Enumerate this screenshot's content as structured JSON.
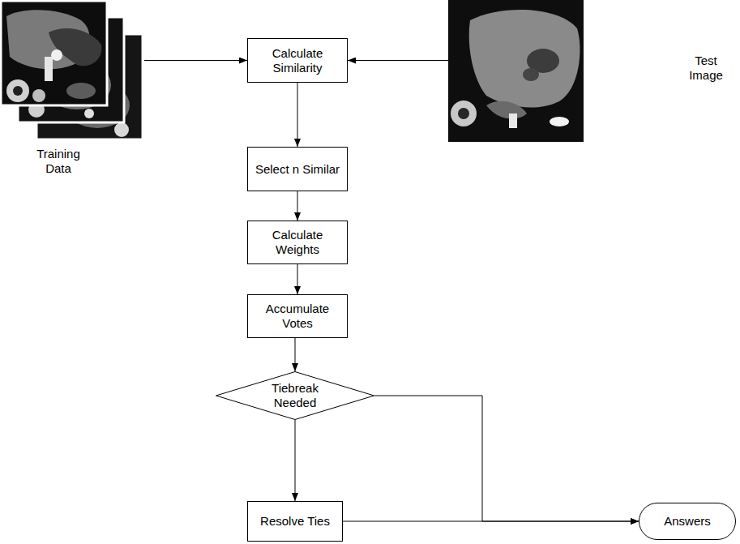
{
  "diagram": {
    "nodes": [
      {
        "text": [
          "Training Data"
        ]
      },
      {
        "text": [
          "Calculate Similarity"
        ]
      },
      {
        "text": [
          "Test Image"
        ]
      },
      {
        "text": [
          "Select n Similar"
        ]
      },
      {
        "text": [
          "Calculate Weights"
        ]
      },
      {
        "text": [
          "Accumulate Votes"
        ]
      },
      {
        "text": [
          "Tiebreak Needed"
        ]
      },
      {
        "text": [
          "Resolve Ties"
        ]
      },
      {
        "text": [
          "Answers"
        ]
      }
    ],
    "edges": [
      {
        "from": 0,
        "to": 1,
        "arrow": "to"
      },
      {
        "from": 2,
        "to": 1,
        "arrow": "to"
      },
      {
        "from": 1,
        "to": 3,
        "arrow": "to"
      },
      {
        "from": 3,
        "to": 4,
        "arrow": "to"
      },
      {
        "from": 4,
        "to": 5,
        "arrow": "to"
      },
      {
        "from": 5,
        "to": 6,
        "arrow": "to"
      },
      {
        "from": 6,
        "to": 7,
        "arrow": "to"
      },
      {
        "from": 6,
        "to": 8,
        "arrow": "to"
      },
      {
        "from": 7,
        "to": 8,
        "arrow": "to"
      }
    ]
  }
}
